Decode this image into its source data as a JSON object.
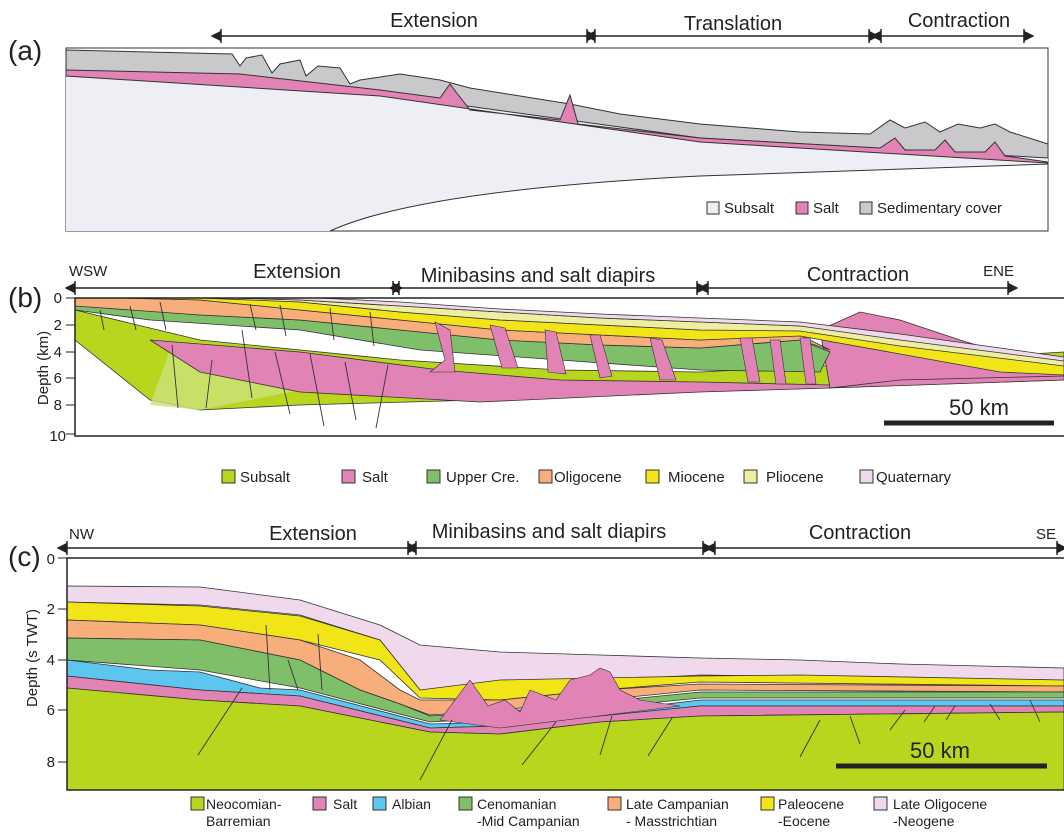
{
  "panel_a": {
    "label": "(a)",
    "zones": [
      "Extension",
      "Translation",
      "Contraction"
    ],
    "legend": [
      {
        "label": "Subsalt",
        "color": "#eeeff4"
      },
      {
        "label": "Salt",
        "color": "#e183b5"
      },
      {
        "label": "Sedimentary cover",
        "color": "#c9c9cb"
      }
    ]
  },
  "panel_b": {
    "label": "(b)",
    "left_dir": "WSW",
    "right_dir": "ENE",
    "zones": [
      "Extension",
      "Minibasins and salt diapirs",
      "Contraction"
    ],
    "axis_title": "Depth (km)",
    "ticks": [
      "0",
      "2",
      "4",
      "6",
      "8",
      "10"
    ],
    "scale": "50 km",
    "legend": [
      {
        "label": "Subsalt",
        "color": "#b8d61e"
      },
      {
        "label": "Salt",
        "color": "#e183b5"
      },
      {
        "label": "Upper Cre.",
        "color": "#7fbf6a"
      },
      {
        "label": "Oligocene",
        "color": "#f7ae7b"
      },
      {
        "label": "Miocene",
        "color": "#f1e417"
      },
      {
        "label": "Pliocene",
        "color": "#eeeea0"
      },
      {
        "label": "Quaternary",
        "color": "#f0d9ec"
      }
    ]
  },
  "panel_c": {
    "label": "(c)",
    "left_dir": "NW",
    "right_dir": "SE",
    "zones": [
      "Extension",
      "Minibasins and salt diapirs",
      "Contraction"
    ],
    "axis_title": "Depth (s TWT)",
    "ticks": [
      "0",
      "2",
      "4",
      "6",
      "8"
    ],
    "scale": "50 km",
    "legend": [
      {
        "line1": "Neocomian-",
        "line2": "Barremian",
        "color": "#b8d61e"
      },
      {
        "line1": "Salt",
        "line2": "",
        "color": "#e183b5"
      },
      {
        "line1": "Albian",
        "line2": "",
        "color": "#5cc6ee"
      },
      {
        "line1": "Cenomanian",
        "line2": "-Mid Campanian",
        "color": "#7fbf6a"
      },
      {
        "line1": "Late Campanian",
        "line2": "- Masstrichtian",
        "color": "#f7ae7b"
      },
      {
        "line1": "Paleocene",
        "line2": "-Eocene",
        "color": "#f1e417"
      },
      {
        "line1": "Late Oligocene",
        "line2": "-Neogene",
        "color": "#f0d9ec"
      }
    ]
  }
}
